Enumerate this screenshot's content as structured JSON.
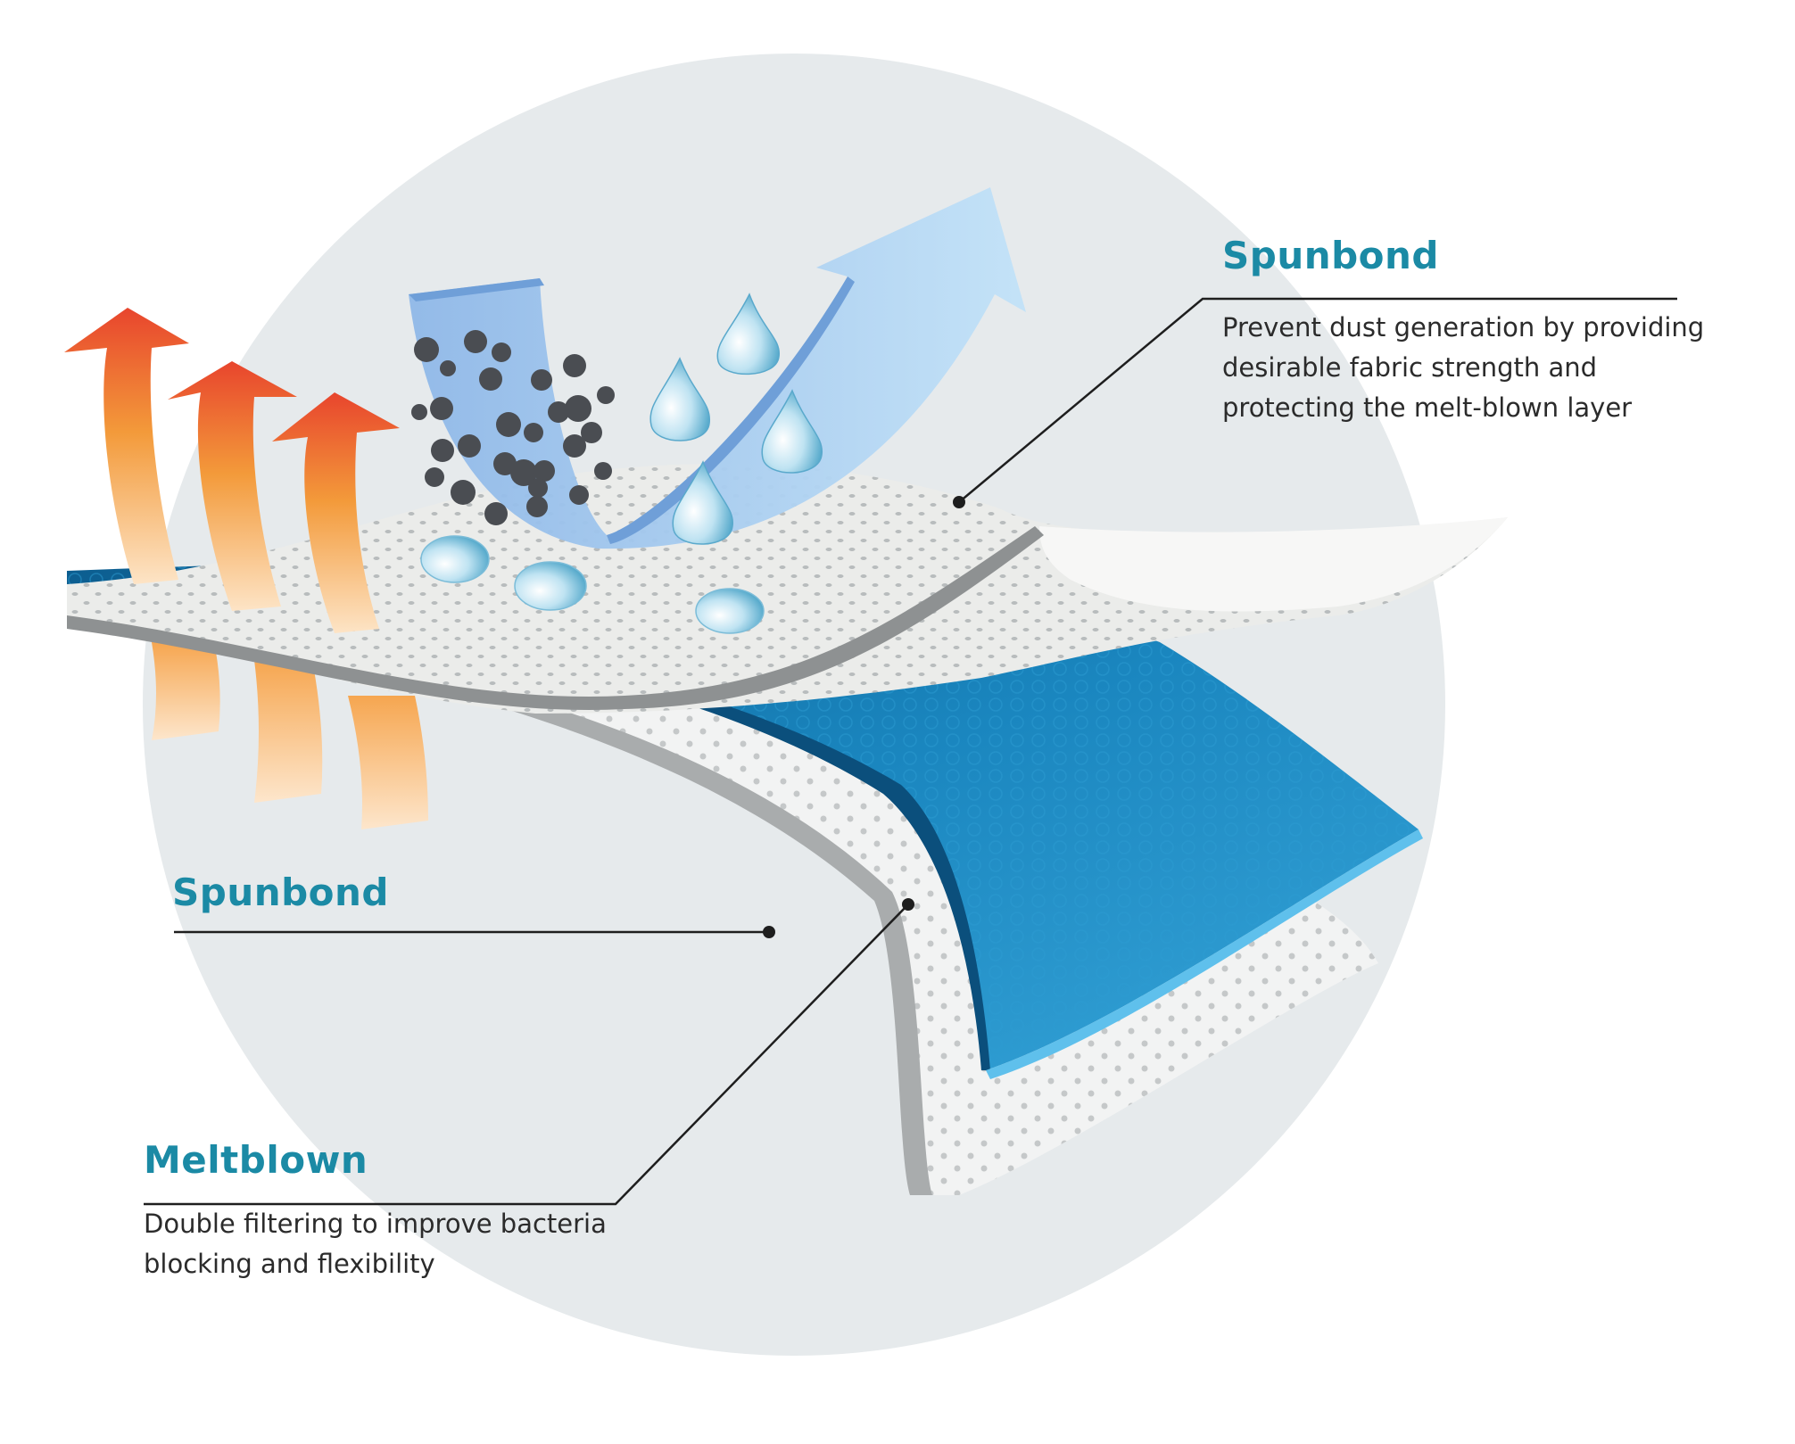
{
  "labels": {
    "spunbond_top": {
      "title": "Spunbond",
      "description": "Prevent dust generation by providing desirable fabric strength and protecting the melt-blown layer"
    },
    "spunbond_bottom": {
      "title": "Spunbond"
    },
    "meltblown": {
      "title": "Meltblown",
      "description": "Double filtering to improve bacteria blocking and flexibility"
    }
  },
  "colors": {
    "accent": "#1b8aa5",
    "circle_bg": "#e6eaec",
    "meltblown_blue": "#1978b8",
    "heat_red": "#e8452d",
    "heat_orange": "#f5a03a"
  }
}
